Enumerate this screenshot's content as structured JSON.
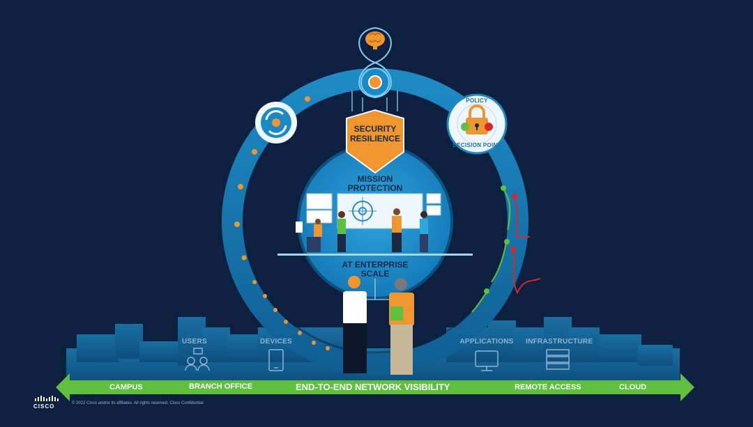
{
  "colors": {
    "background": "#0e2040",
    "ring": "#1d7fb8",
    "accent_orange": "#f0962e",
    "arrow_green": "#5fbf3f",
    "policy_red": "#d9262b"
  },
  "center": {
    "shield": "SECURITY\nRESILIENCE",
    "mission": "MISSION\nPROTECTION",
    "enterprise": "AT ENTERPRISE\nSCALE"
  },
  "policy_badge": {
    "top_text": "POLICY",
    "bottom_text": "DECISION POINT",
    "icon": "padlock-icon"
  },
  "ring_icons": {
    "top": "brain-icon",
    "left": "sync-icon"
  },
  "categories": {
    "users": "USERS",
    "devices": "DEVICES",
    "applications": "APPLICATIONS",
    "infrastructure": "INFRASTRUCTURE"
  },
  "category_icons": {
    "users": "users-icon",
    "devices": "tablet-icon",
    "applications": "monitor-icon",
    "infrastructure": "server-icon"
  },
  "visibility_bar": {
    "campus": "CAMPUS",
    "branch": "BRANCH OFFICE",
    "center": "END-TO-END NETWORK VISIBILITY",
    "remote": "REMOTE ACCESS",
    "cloud": "CLOUD"
  },
  "footer": {
    "brand": "CISCO",
    "copyright": "© 2022  Cisco and/or its affiliates. All rights reserved.   Cisco Confidential"
  }
}
